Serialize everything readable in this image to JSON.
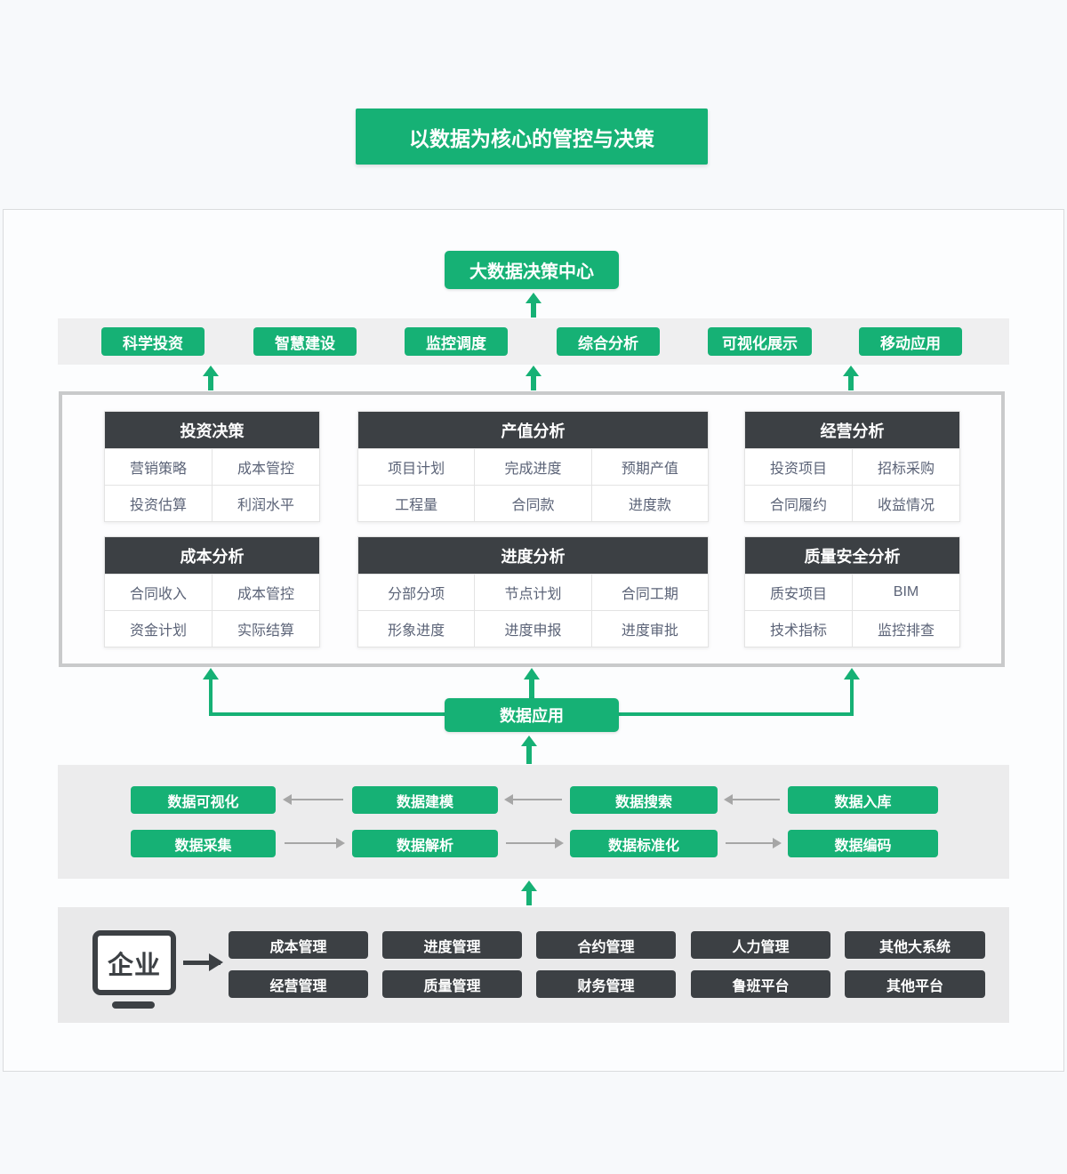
{
  "colors": {
    "green": "#16b175",
    "dark": "#3c4044",
    "cell_text": "#5b6377",
    "arrow_gray": "#a6a6a6",
    "band1_bg": "#efeff0",
    "band2_bg": "#ececed",
    "band3_bg": "#e9e9ea"
  },
  "title": "以数据为核心的管控与决策",
  "decision_center": {
    "label": "大数据决策中心"
  },
  "application_buttons": [
    "科学投资",
    "智慧建设",
    "监控调度",
    "综合分析",
    "可视化展示",
    "移动应用"
  ],
  "analysis_tables": [
    {
      "title": "投资决策",
      "cols": 2,
      "cells": [
        "营销策略",
        "成本管控",
        "投资估算",
        "利润水平"
      ]
    },
    {
      "title": "产值分析",
      "cols": 3,
      "cells": [
        "项目计划",
        "完成进度",
        "预期产值",
        "工程量",
        "合同款",
        "进度款"
      ]
    },
    {
      "title": "经营分析",
      "cols": 2,
      "cells": [
        "投资项目",
        "招标采购",
        "合同履约",
        "收益情况"
      ]
    },
    {
      "title": "成本分析",
      "cols": 2,
      "cells": [
        "合同收入",
        "成本管控",
        "资金计划",
        "实际结算"
      ]
    },
    {
      "title": "进度分析",
      "cols": 3,
      "cells": [
        "分部分项",
        "节点计划",
        "合同工期",
        "形象进度",
        "进度申报",
        "进度审批"
      ]
    },
    {
      "title": "质量安全分析",
      "cols": 2,
      "cells": [
        "质安项目",
        "BIM",
        "技术指标",
        "监控排查"
      ]
    }
  ],
  "data_application": {
    "label": "数据应用"
  },
  "data_process": {
    "backward_row": [
      "数据可视化",
      "数据建模",
      "数据搜索",
      "数据入库"
    ],
    "forward_row": [
      "数据采集",
      "数据解析",
      "数据标准化",
      "数据编码"
    ]
  },
  "source_layer": {
    "entity_label": "企业",
    "systems_row1": [
      "成本管理",
      "进度管理",
      "合约管理",
      "人力管理",
      "其他大系统"
    ],
    "systems_row2": [
      "经营管理",
      "质量管理",
      "财务管理",
      "鲁班平台",
      "其他平台"
    ]
  },
  "icons": {
    "up_arrow": "green upward arrow",
    "left_arrow": "gray leftward arrow",
    "right_arrow": "gray rightward arrow",
    "dark_right_arrow": "dark rightward arrow",
    "monitor": "enterprise computer monitor"
  }
}
